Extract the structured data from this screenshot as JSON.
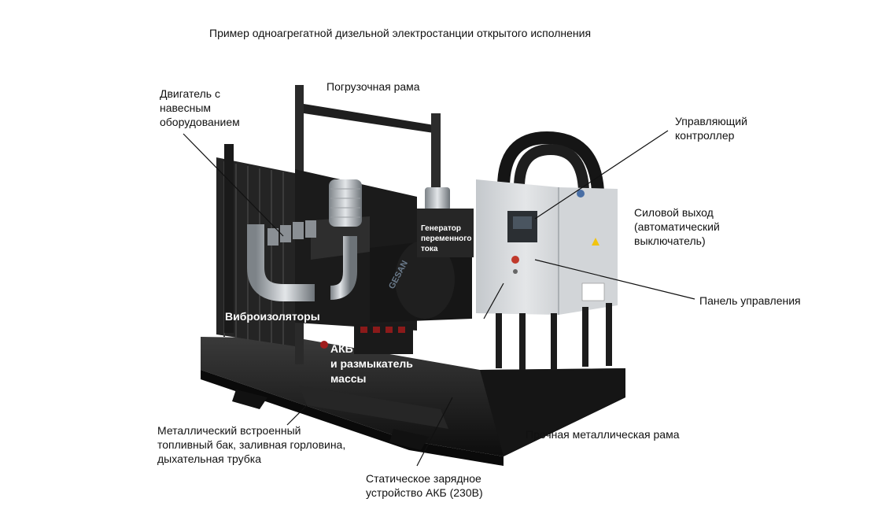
{
  "title": "Пример одноагрегатной дизельной электростанции открытого исполнения",
  "labels": {
    "engine": [
      "Двигатель с",
      "навесным",
      "оборудованием"
    ],
    "lifting_frame": "Погрузочная рама",
    "controller": [
      "Управляющий",
      "контроллер"
    ],
    "power_output": [
      "Силовой выход",
      "(автоматический",
      "выключатель)"
    ],
    "control_panel": "Панель управления",
    "generator": [
      "Генератор",
      "переменного",
      "тока"
    ],
    "vibration_isolators": "Виброизоляторы",
    "battery": [
      "АКБ",
      "и размыкатель",
      "массы"
    ],
    "fuel_tank": [
      "Металлический встроенный",
      "топливный бак, заливная горловина,",
      "дыхательная трубка"
    ],
    "base_frame": "Прочная металлическая рама",
    "charger": [
      "Статическое зарядное",
      "устройство АКБ (230В)"
    ]
  },
  "brand": "GESAN",
  "colors": {
    "frame": "#1c1c1c",
    "radiator": "#2a2a2a",
    "cabinet": "#d9dcdf",
    "pipe": "#b8bcc0",
    "leader": "#111111"
  }
}
